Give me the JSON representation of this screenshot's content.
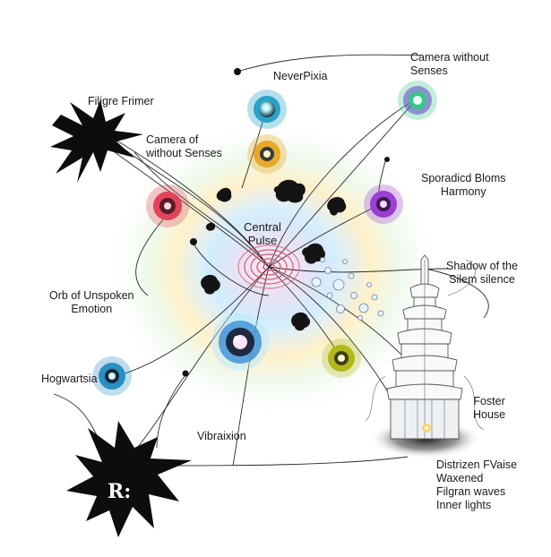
{
  "diagram": {
    "center": {
      "lines": [
        "Central",
        "Pulse"
      ]
    },
    "labels": {
      "neverpixia": "NeverPixia",
      "camera_without_senses_top": [
        "Camera without",
        "Senses"
      ],
      "filigre_frimer": "Filigre Frimer",
      "camera_of_without_senses": [
        "Camera of",
        "without Senses"
      ],
      "sporadic_bloms": [
        "Sporadicd Bloms",
        "Harmony"
      ],
      "shadow_silem": [
        "Shadow of the",
        "Silem silence"
      ],
      "orb_unspoken": [
        "Orb of Unspoken",
        "Emotion"
      ],
      "hogwartsia": "Hogwartsia",
      "vibraixion": "Vibraixion",
      "foster_house": [
        "Foster",
        "House"
      ],
      "bottom_right_block": [
        "Distrizen FVaise",
        "Waxened",
        "Filgran waves",
        "Inner lights"
      ],
      "splat_glyph": "R:"
    },
    "orbs": [
      {
        "name": "neverpixia-orb",
        "color": "#29a3c9"
      },
      {
        "name": "camera-senses-orb",
        "color": "#38c48a"
      },
      {
        "name": "golden-orb",
        "color": "#e6a92a"
      },
      {
        "name": "red-orb",
        "color": "#e0435a"
      },
      {
        "name": "purple-orb",
        "color": "#9a3fd0"
      },
      {
        "name": "emotion-orb",
        "color": "#3a8fd6"
      },
      {
        "name": "olive-orb",
        "color": "#b3b81a"
      },
      {
        "name": "hogwartsia-orb",
        "color": "#2b8fc4"
      }
    ],
    "colors": {
      "aura_inner": "#f6c8e6",
      "aura_mid": "#bfe5f5",
      "aura_outer": "#fde9b8",
      "pulse_ring": "#e0566e",
      "ink": "#111111"
    }
  }
}
